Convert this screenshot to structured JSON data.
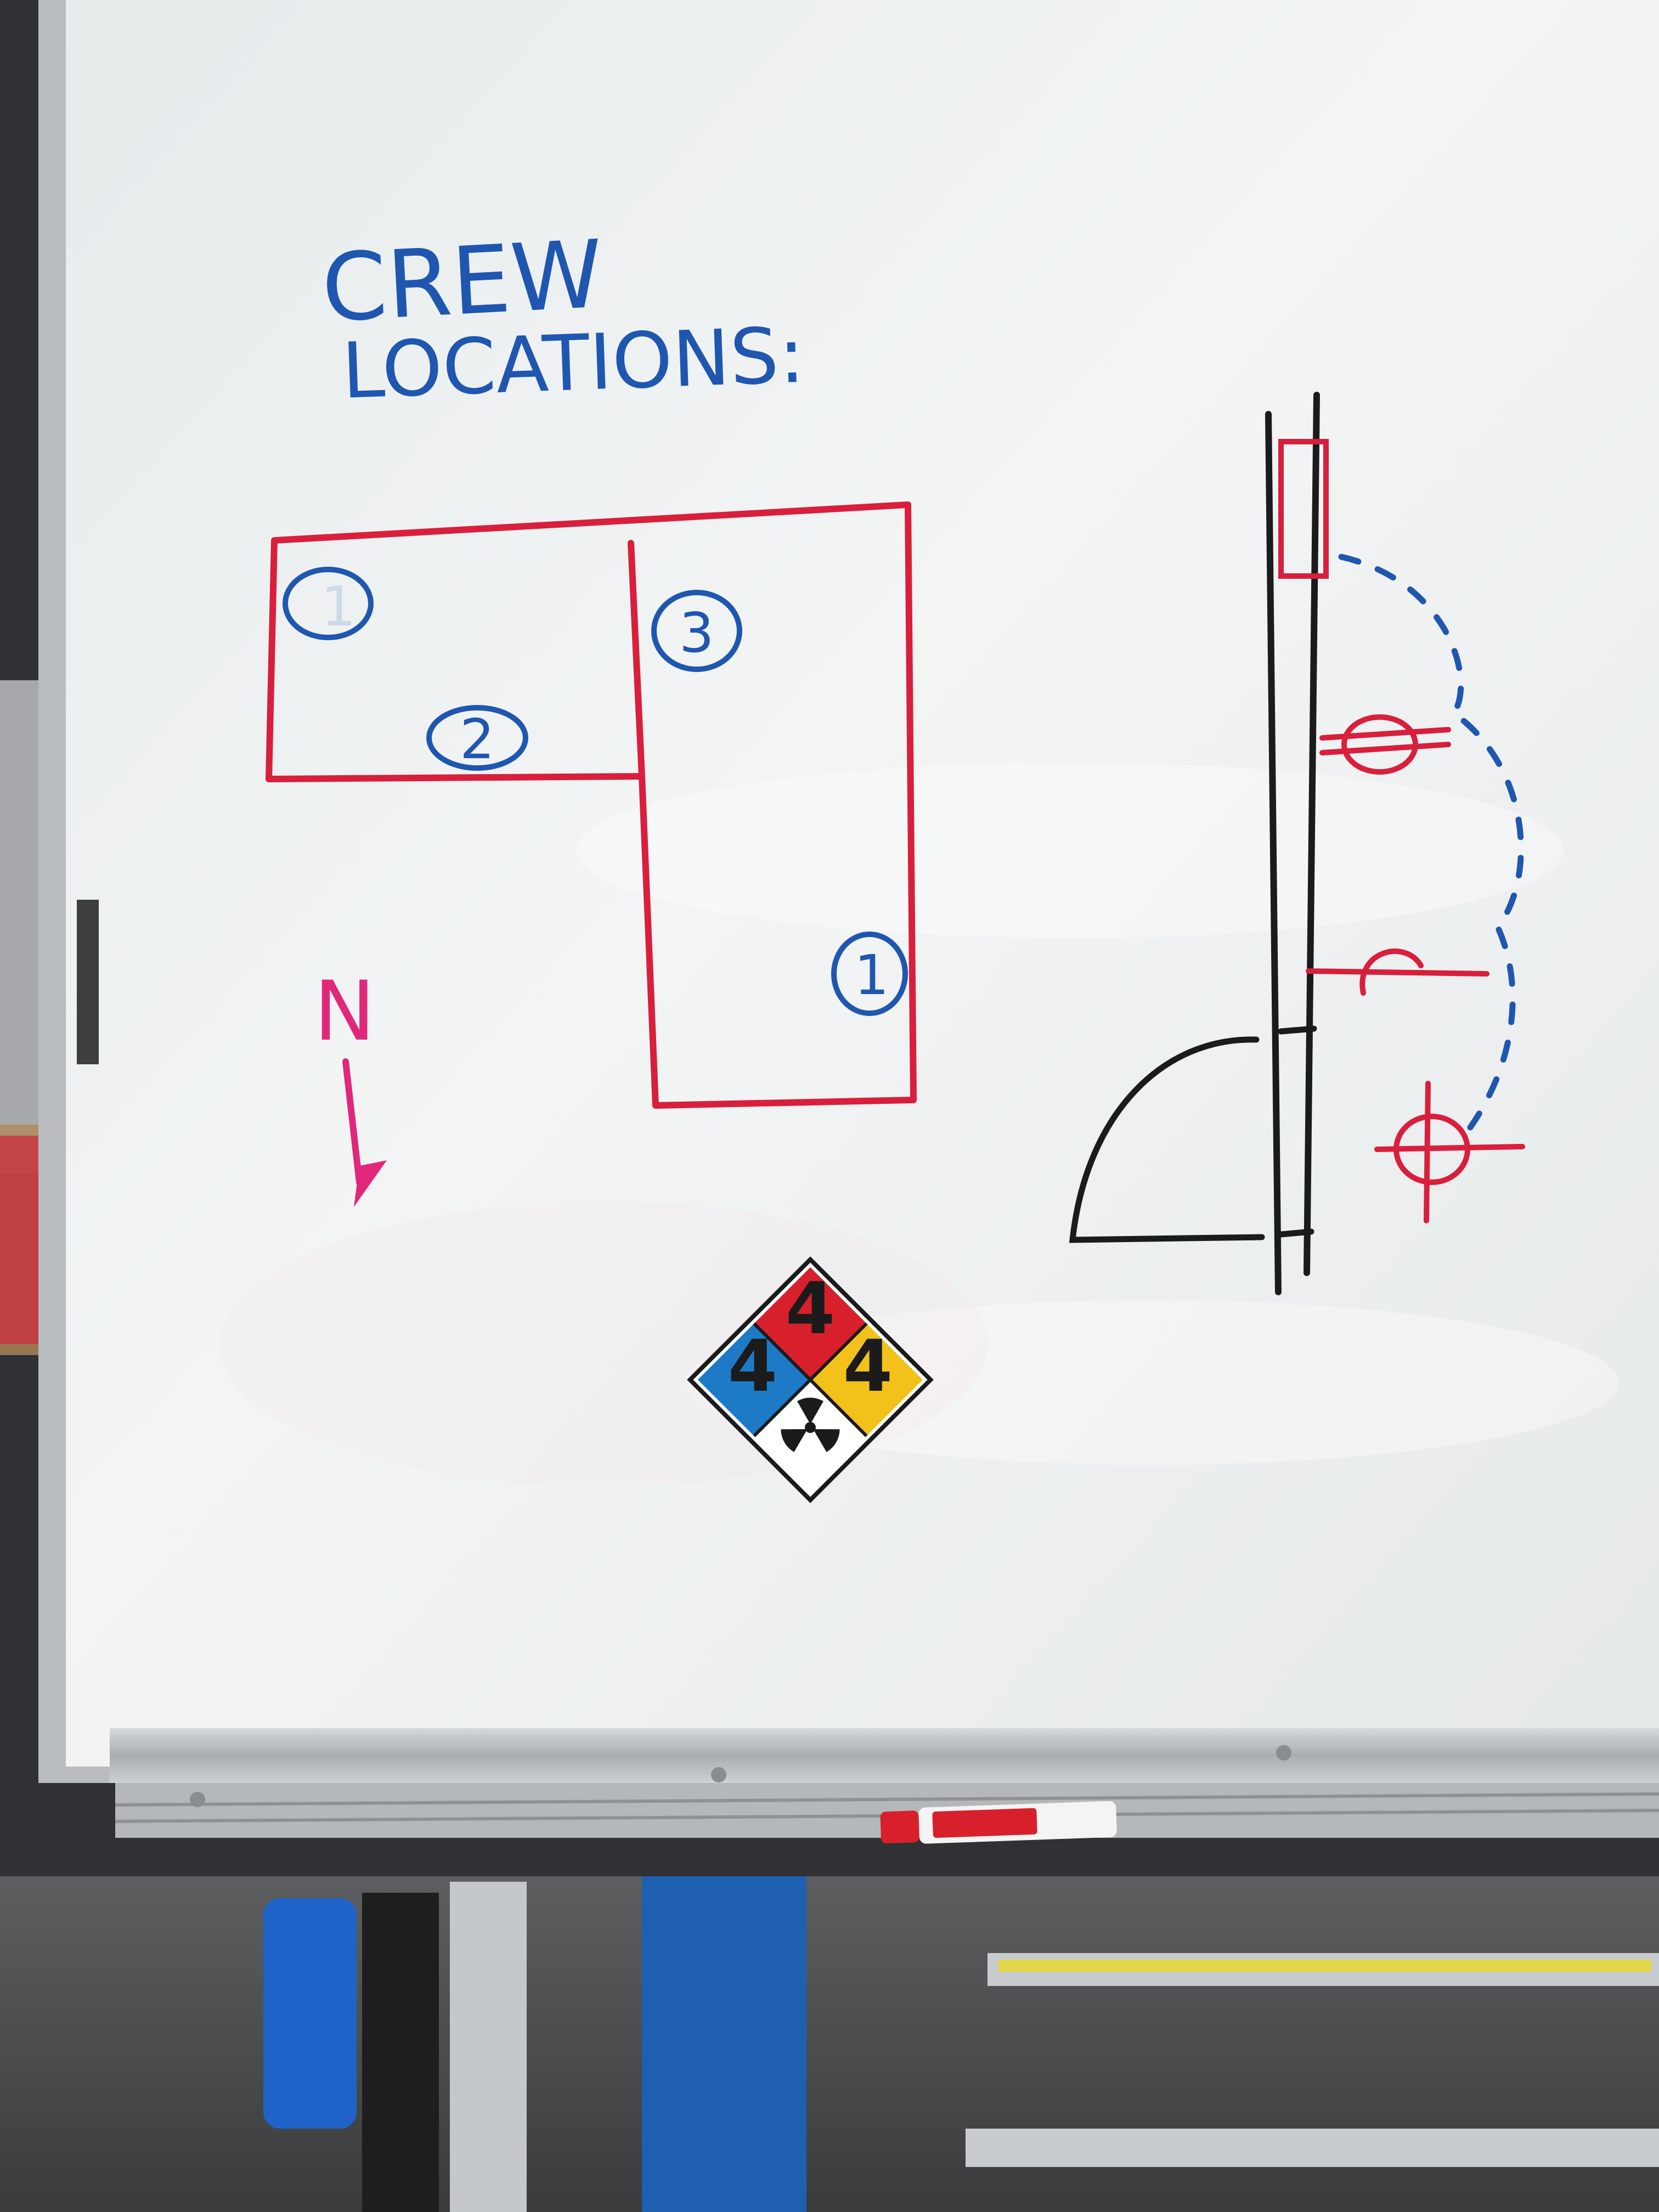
{
  "whiteboard": {
    "heading_line1": "CREW",
    "heading_line2": "LOCATIONS:",
    "compass_letter": "N",
    "crew_positions": [
      "1",
      "2",
      "3",
      "1"
    ]
  },
  "placard": {
    "health": "4",
    "flammability": "4",
    "instability": "4",
    "special": "radiation-symbol"
  },
  "colors": {
    "board": "#eef1f2",
    "marker_blue": "#1f57b0",
    "marker_red": "#d81f3c",
    "marker_black": "#1b1b1b",
    "marker_magenta": "#e0287a",
    "placard_red": "#d8202c",
    "placard_blue": "#1d7ac7",
    "placard_yellow": "#f2c21a"
  }
}
